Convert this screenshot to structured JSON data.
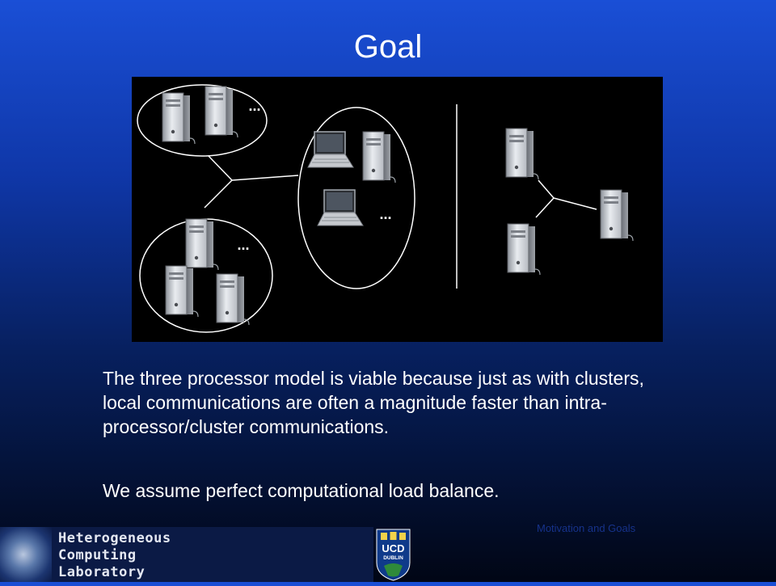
{
  "slide": {
    "title": "Goal",
    "paragraphs": [
      "The three processor model is viable because just as with clusters, local communications are often a magnitude faster than intra-processor/cluster communications.",
      "We assume perfect computational load balance."
    ],
    "footer_label": "Motivation and Goals"
  },
  "diagram": {
    "ellipsis": "...",
    "icons": [
      "server-icon",
      "laptop-icon"
    ]
  },
  "logos": {
    "hcl_lines": [
      "Heterogeneous",
      "Computing",
      "Laboratory"
    ],
    "ucd_text": [
      "UCD",
      "DUBLIN"
    ]
  },
  "colors": {
    "background_top": "#1a4fd6",
    "background_bottom": "#010615",
    "text": "#ffffff"
  }
}
